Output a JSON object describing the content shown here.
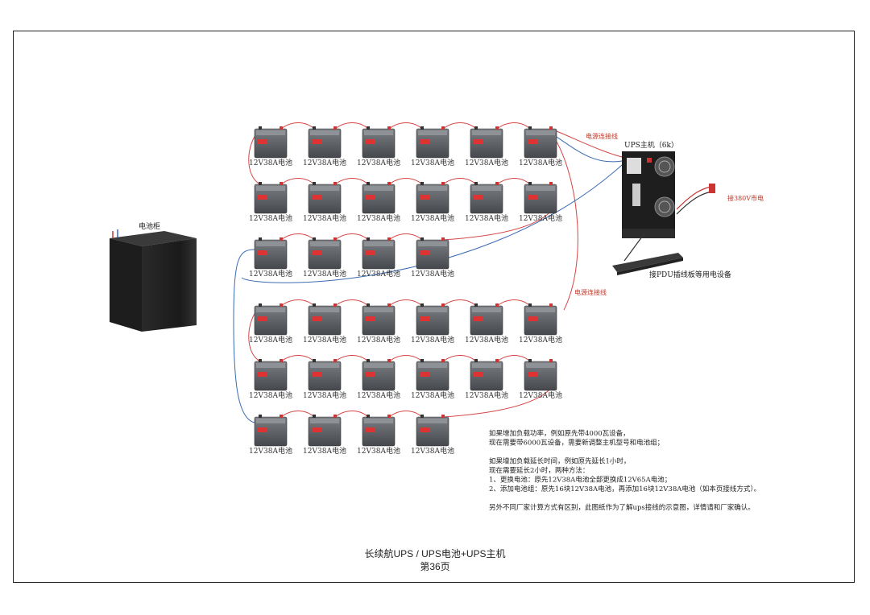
{
  "battery_cabinet": {
    "label": "电池柜"
  },
  "battery_rows": [
    [
      "12V38A电池",
      "12V38A电池",
      "12V38A电池",
      "12V38A电池",
      "12V38A电池",
      "12V38A电池"
    ],
    [
      "12V38A电池",
      "12V38A电池",
      "12V38A电池",
      "12V38A电池",
      "12V38A电池",
      "12V38A电池"
    ],
    [
      "12V38A电池",
      "12V38A电池",
      "12V38A电池",
      "12V38A电池"
    ],
    [
      "12V38A电池",
      "12V38A电池",
      "12V38A电池",
      "12V38A电池",
      "12V38A电池",
      "12V38A电池"
    ],
    [
      "12V38A电池",
      "12V38A电池",
      "12V38A电池",
      "12V38A电池",
      "12V38A电池",
      "12V38A电池"
    ],
    [
      "12V38A电池",
      "12V38A电池",
      "12V38A电池",
      "12V38A电池"
    ]
  ],
  "callouts": {
    "power_cable_top": "电源连接线",
    "power_cable_bottom": "电源连接线",
    "mains_input": "接380V市电"
  },
  "ups_host": {
    "label": "UPS主机（6k）"
  },
  "pdu": {
    "label": "接PDU插线板等用电设备"
  },
  "notes": [
    "如果增加负载功率，例如原先带4000瓦设备，",
    "现在需要带6000瓦设备，需要新调整主机型号和电池组；",
    "",
    "如果增加负载延长时间，例如原先延长1小时，",
    "现在需要延长2小时，两种方法：",
    "1、更换电池：原先12V38A电池全部更换成12V65A电池；",
    "2、添加电池组：原先16块12V38A电池，再添加16块12V38A电池（如本页接线方式）。",
    "",
    "另外不同厂家计算方式有区别，此图纸作为了解ups接线的示意图，详情请和厂家确认。"
  ],
  "footer": {
    "title": "长续航UPS  /  UPS电池+UPS主机",
    "page": "第36页"
  },
  "colors": {
    "cable_red": "#d64545",
    "cable_blue": "#3a6bb0",
    "battery_body": "#5a5d62"
  }
}
